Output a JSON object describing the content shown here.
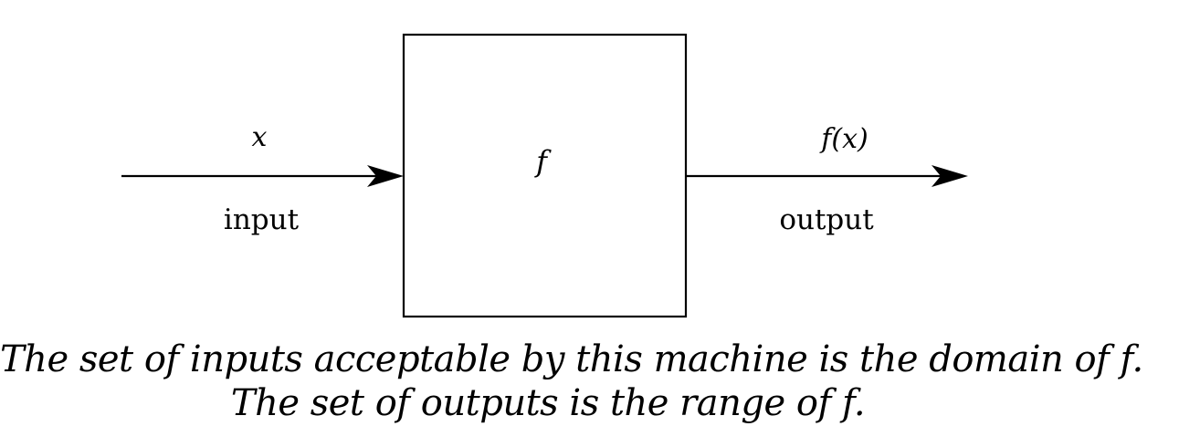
{
  "diagram": {
    "function_label": "f",
    "input_symbol": "x",
    "input_label": "input",
    "output_symbol": "f(x)",
    "output_label": "output"
  },
  "caption": {
    "line1": "The set of inputs acceptable by this machine is the domain of f.",
    "line2": "The set of outputs is the range of f."
  },
  "colors": {
    "stroke": "#000000",
    "background": "#ffffff"
  }
}
